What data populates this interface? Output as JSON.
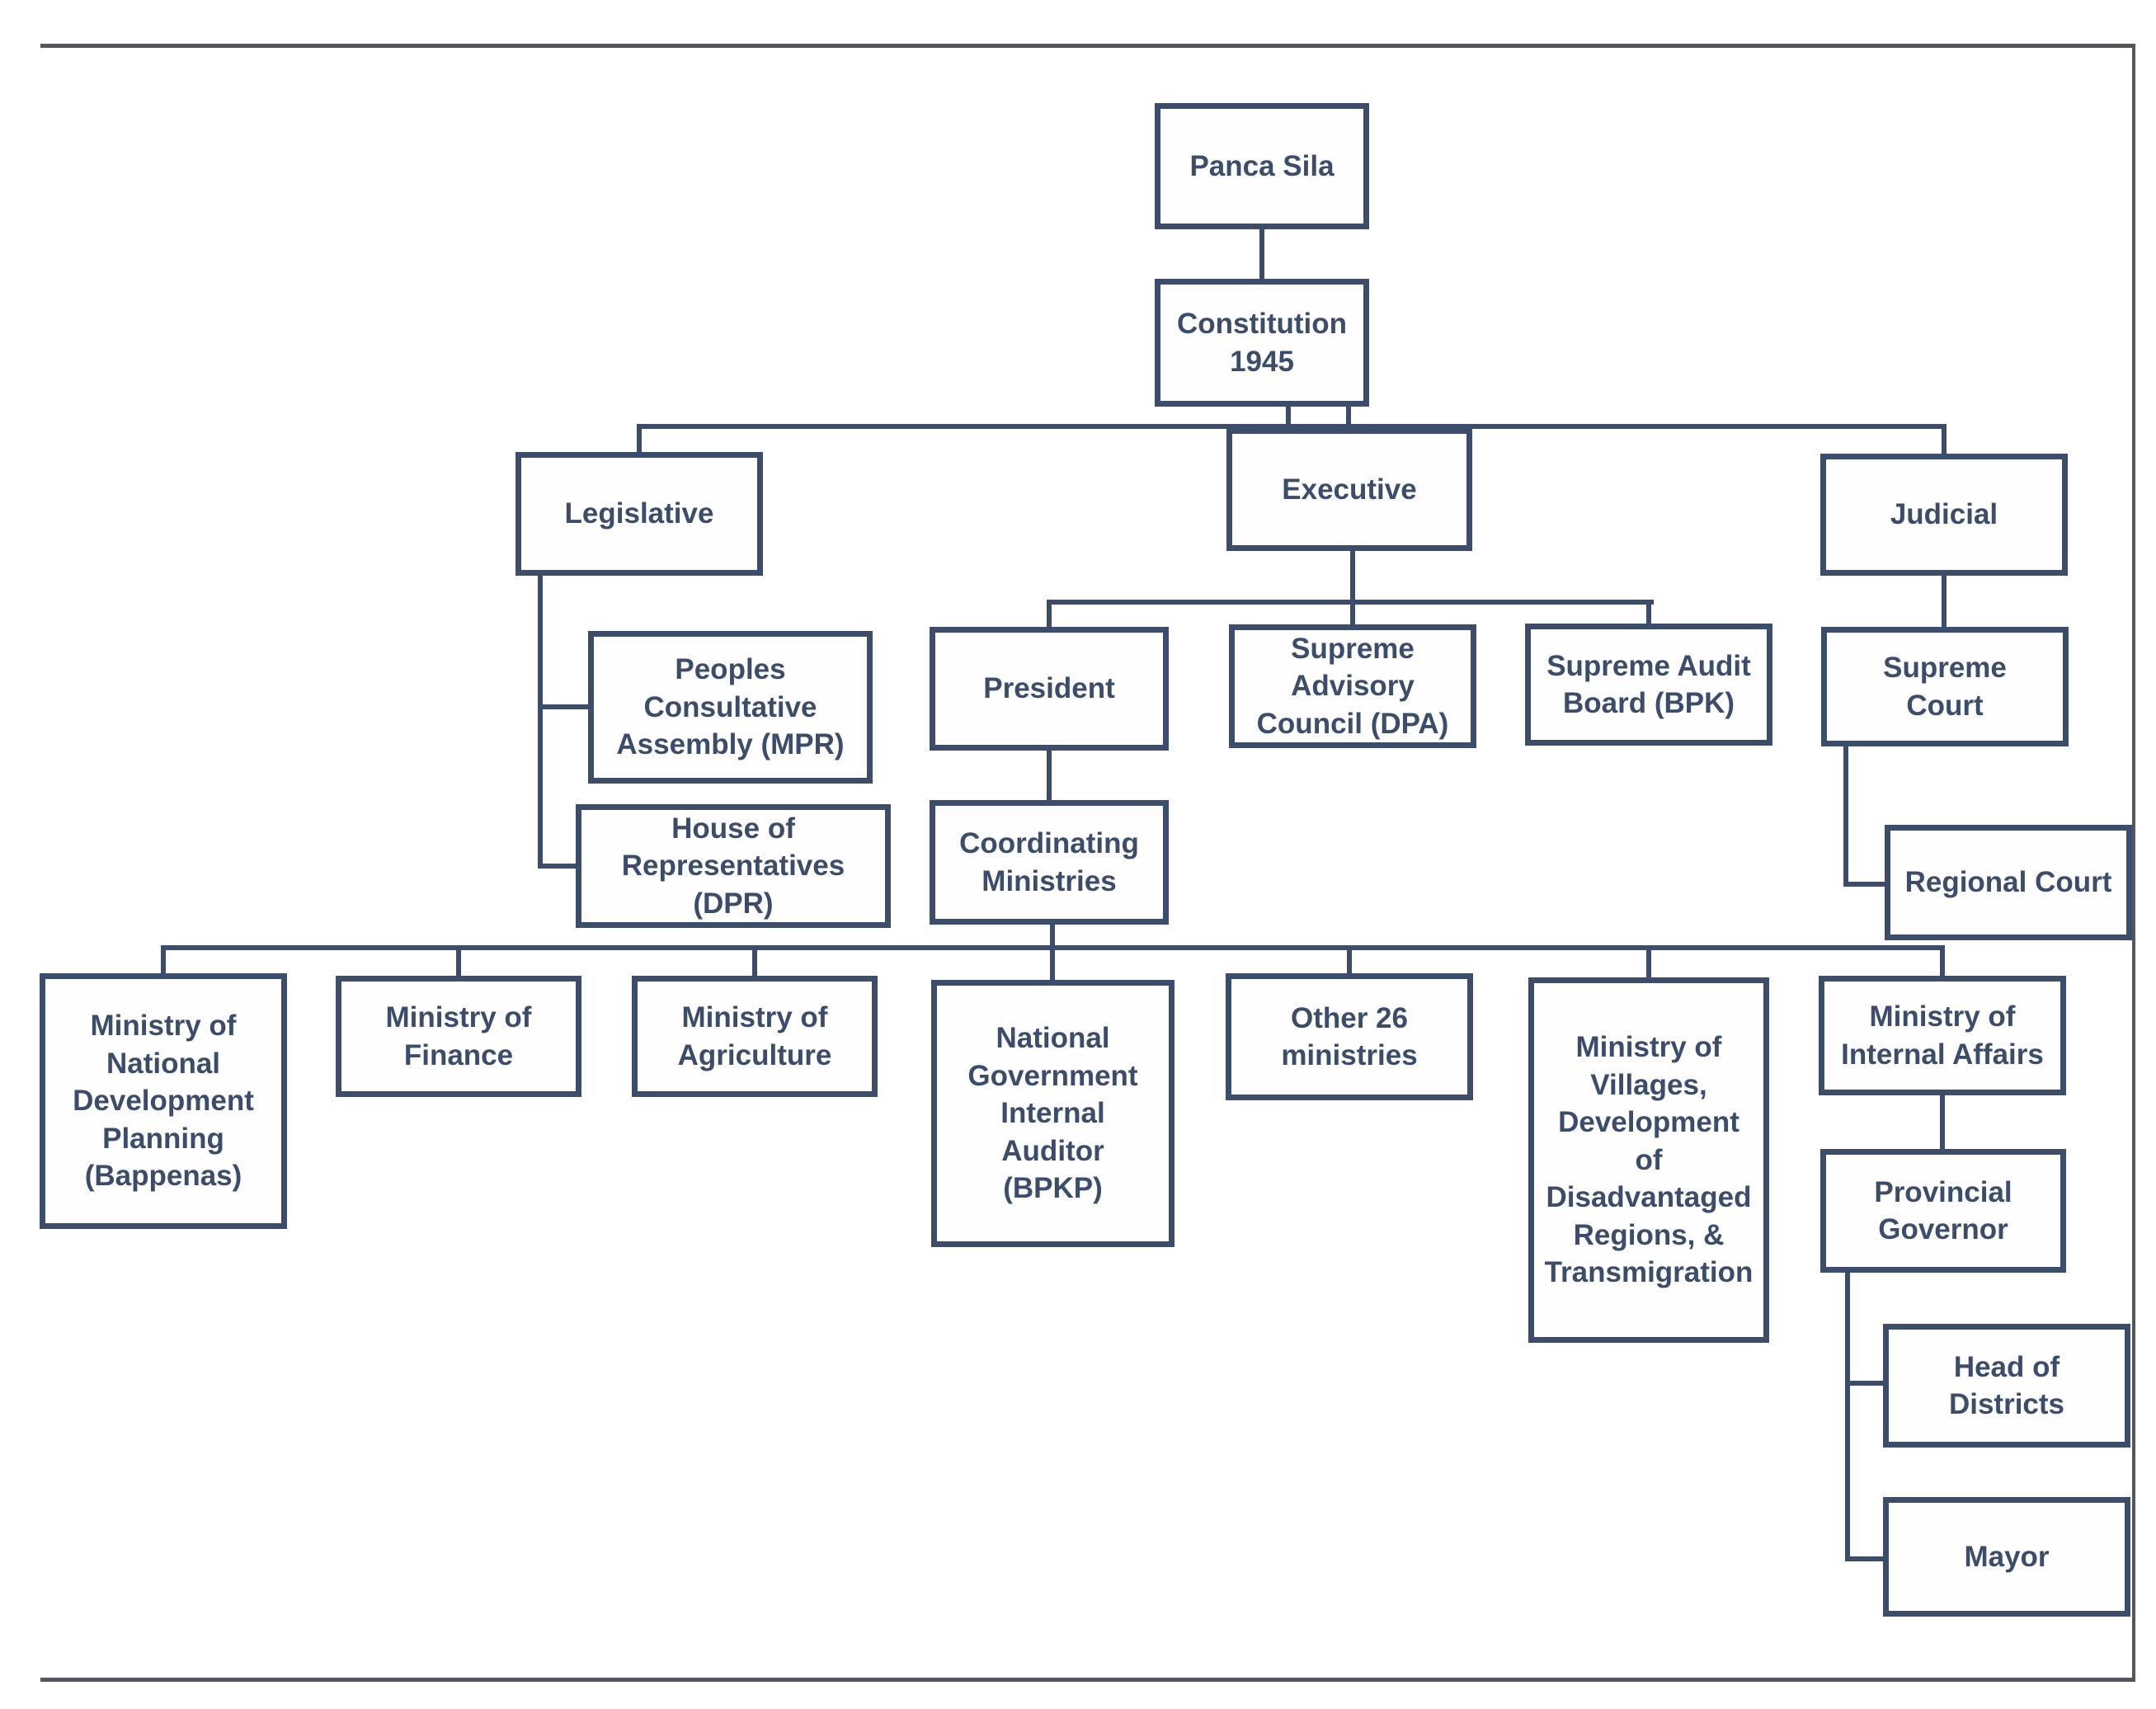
{
  "chart": {
    "type": "org-chart",
    "colors": {
      "node_border": "#3c4c6b",
      "node_text": "#3c4c6b",
      "frame": "#55565c",
      "background": "#ffffff"
    },
    "nodes": {
      "panca_sila": {
        "label": "Panca Sila"
      },
      "constitution": {
        "label": "Constitution\n1945"
      },
      "legislative": {
        "label": "Legislative"
      },
      "executive": {
        "label": "Executive"
      },
      "judicial": {
        "label": "Judicial"
      },
      "mpr": {
        "label": "Peoples\nConsultative\nAssembly (MPR)"
      },
      "dpr": {
        "label": "House of\nRepresentatives\n(DPR)"
      },
      "president": {
        "label": "President"
      },
      "dpa": {
        "label": "Supreme\nAdvisory\nCouncil (DPA)"
      },
      "bpk": {
        "label": "Supreme Audit\nBoard (BPK)"
      },
      "supreme_court": {
        "label": "Supreme\nCourt"
      },
      "regional_court": {
        "label": "Regional Court"
      },
      "coordinating": {
        "label": "Coordinating\nMinistries"
      },
      "bappenas": {
        "label": "Ministry of\nNational\nDevelopment\nPlanning\n(Bappenas)"
      },
      "finance": {
        "label": "Ministry of\nFinance"
      },
      "agriculture": {
        "label": "Ministry of\nAgriculture"
      },
      "bpkp": {
        "label": "National\nGovernment\nInternal\nAuditor\n(BPKP)"
      },
      "other26": {
        "label": "Other 26\nministries"
      },
      "villages": {
        "label": "Ministry of\nVillages,\nDevelopment\nof\nDisadvantaged\nRegions, &\nTransmigration"
      },
      "internal_affairs": {
        "label": "Ministry of\nInternal Affairs"
      },
      "provincial_governor": {
        "label": "Provincial\nGovernor"
      },
      "head_of_districts": {
        "label": "Head of\nDistricts"
      },
      "mayor": {
        "label": "Mayor"
      }
    },
    "edges": [
      [
        "panca_sila",
        "constitution"
      ],
      [
        "constitution",
        "legislative"
      ],
      [
        "constitution",
        "executive"
      ],
      [
        "constitution",
        "judicial"
      ],
      [
        "legislative",
        "mpr"
      ],
      [
        "legislative",
        "dpr"
      ],
      [
        "executive",
        "president"
      ],
      [
        "executive",
        "dpa"
      ],
      [
        "executive",
        "bpk"
      ],
      [
        "judicial",
        "supreme_court"
      ],
      [
        "supreme_court",
        "regional_court"
      ],
      [
        "president",
        "coordinating"
      ],
      [
        "coordinating",
        "bappenas"
      ],
      [
        "coordinating",
        "finance"
      ],
      [
        "coordinating",
        "agriculture"
      ],
      [
        "coordinating",
        "bpkp"
      ],
      [
        "coordinating",
        "other26"
      ],
      [
        "coordinating",
        "villages"
      ],
      [
        "coordinating",
        "internal_affairs"
      ],
      [
        "internal_affairs",
        "provincial_governor"
      ],
      [
        "provincial_governor",
        "head_of_districts"
      ],
      [
        "provincial_governor",
        "mayor"
      ]
    ]
  }
}
